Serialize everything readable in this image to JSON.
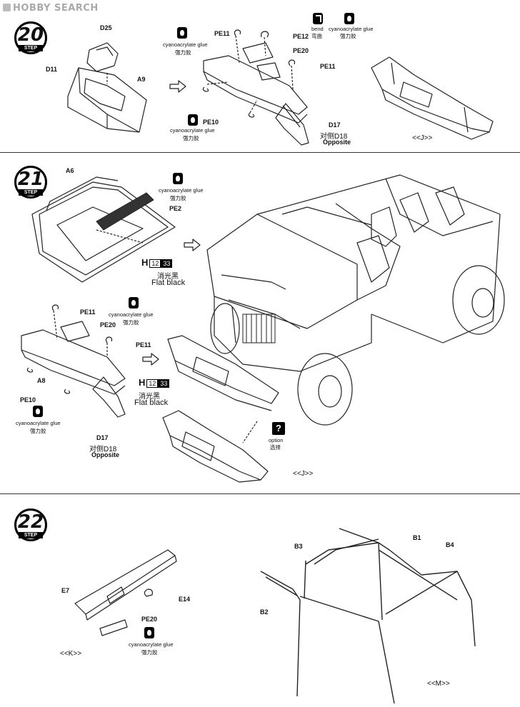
{
  "watermark": "HOBBY SEARCH",
  "steps": {
    "s20": {
      "number": "20",
      "word": "STEP"
    },
    "s21": {
      "number": "21",
      "word": "STEP"
    },
    "s22": {
      "number": "22",
      "word": "STEP"
    }
  },
  "glue": {
    "en": "cyanoacrylate glue",
    "zh": "强力胶"
  },
  "bend": {
    "en": "bend",
    "zh": "弯曲"
  },
  "option": {
    "en": "option",
    "zh": "选择"
  },
  "paint": {
    "letter": "H",
    "code1": "12",
    "code2": "33",
    "zh": "消光黑",
    "en": "Flat black"
  },
  "opposite": {
    "zh": "对侧D18",
    "en": "Opposite"
  },
  "step20": {
    "labels": {
      "d25": "D25",
      "d11": "D11",
      "a9": "A9",
      "pe11a": "PE11",
      "pe12": "PE12",
      "pe20": "PE20",
      "pe11b": "PE11",
      "pe10": "PE10",
      "d17": "D17"
    },
    "sub": "<<J>>"
  },
  "step21": {
    "labels": {
      "a6": "A6",
      "pe2": "PE2",
      "pe11a": "PE11",
      "pe20": "PE20",
      "pe11b": "PE11",
      "a8": "A8",
      "pe10": "PE10",
      "d17": "D17"
    },
    "sub": "<<J>>"
  },
  "step22": {
    "labels": {
      "e7": "E7",
      "e14": "E14",
      "pe20": "PE20",
      "b3": "B3",
      "b1": "B1",
      "b4": "B4",
      "b2": "B2"
    },
    "sub_k": "<<K>>",
    "sub_m": "<<M>>"
  }
}
